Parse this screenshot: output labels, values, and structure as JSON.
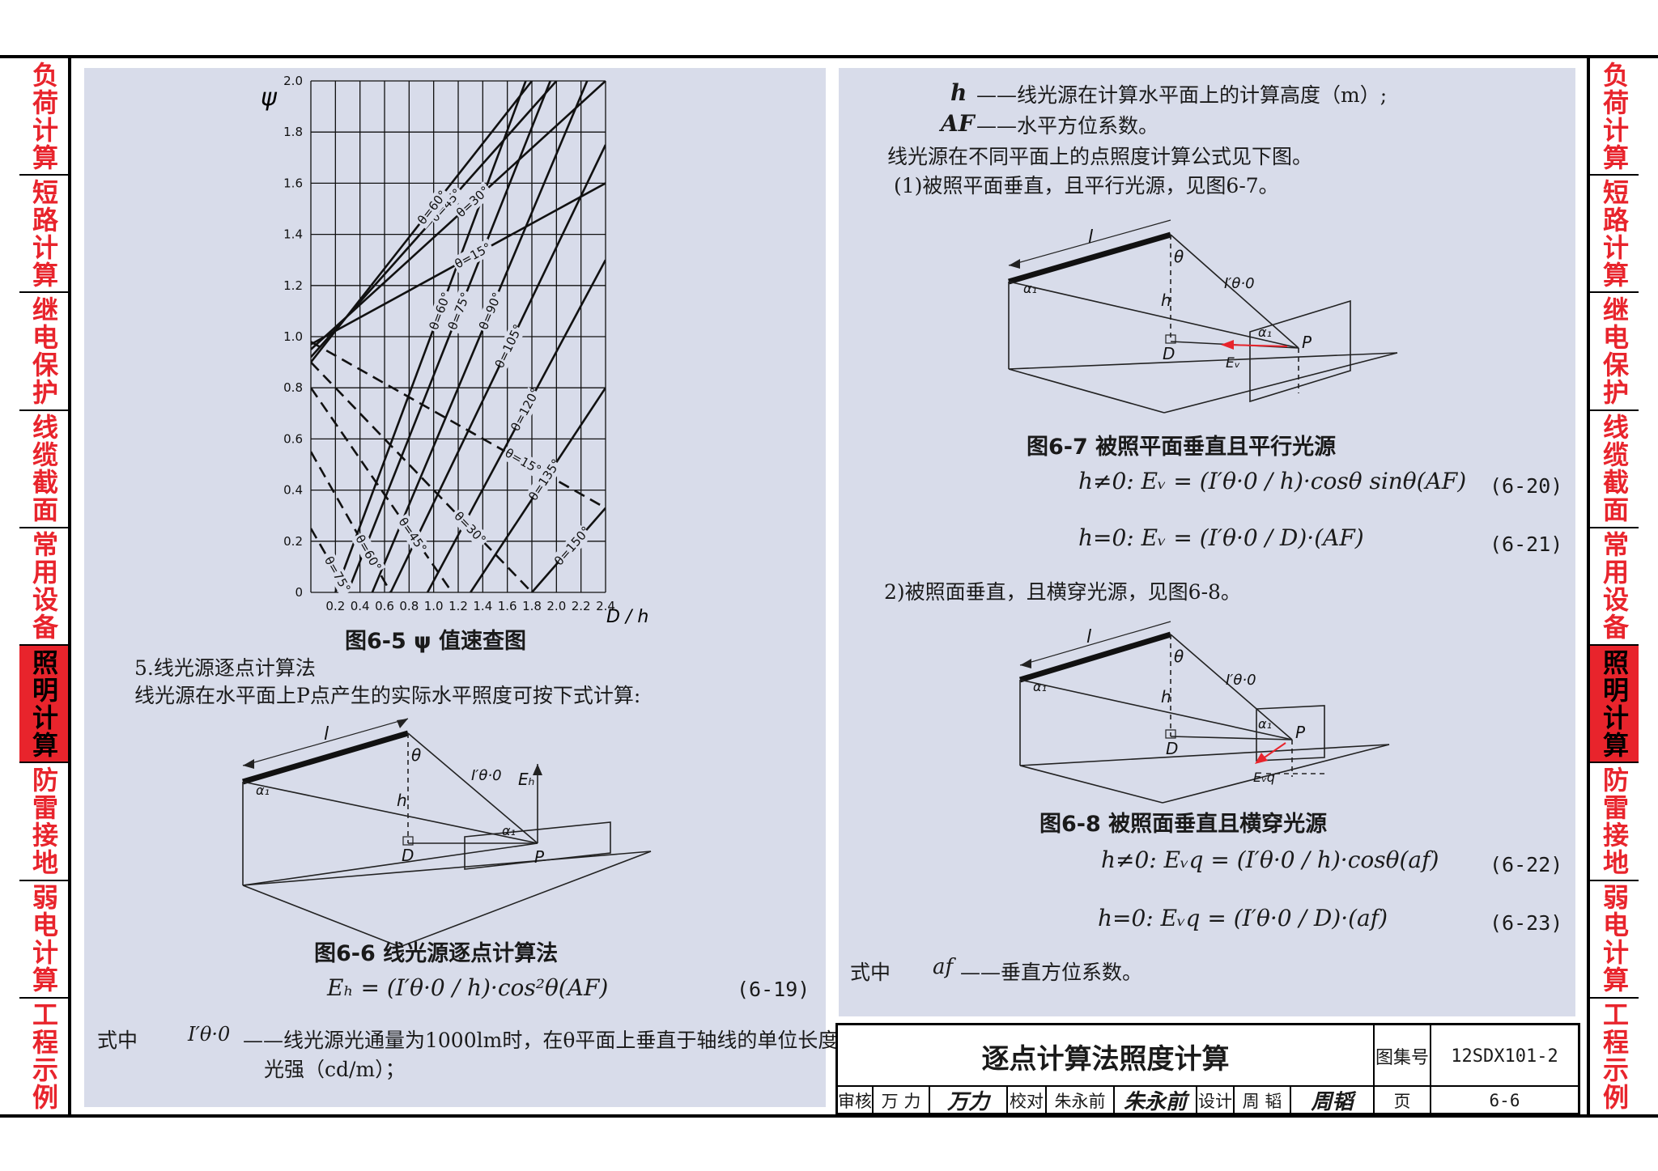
{
  "side_tabs": [
    "负荷计算",
    "短路计算",
    "继电保护",
    "线缆截面",
    "常用设备",
    "照明计算",
    "防雷接地",
    "弱电计算",
    "工程示例"
  ],
  "active_tab_index": 5,
  "colors": {
    "accent_red": "#e8242c",
    "panel_bg": "#d8dcea"
  },
  "chart_data": {
    "type": "line",
    "title": "ψ 值速查图",
    "xlabel": "D / h",
    "ylabel": "ψ",
    "xlim": [
      0,
      2.4
    ],
    "ylim": [
      0,
      2.0
    ],
    "xticks": [
      "0",
      "0.2",
      "0.4",
      "0.6",
      "0.8",
      "1.0",
      "1.2",
      "1.4",
      "1.6",
      "1.8",
      "2.0",
      "2.2",
      "2.4"
    ],
    "yticks": [
      "0",
      "0.2",
      "0.4",
      "0.6",
      "0.8",
      "1.0",
      "1.2",
      "1.4",
      "1.6",
      "1.8",
      "2.0"
    ],
    "grid": true,
    "series_solid": [
      {
        "name": "θ=15°",
        "x": [
          0,
          2.4
        ],
        "y": [
          0.97,
          1.6
        ]
      },
      {
        "name": "θ=30°",
        "x": [
          0,
          2.4
        ],
        "y": [
          0.95,
          2.0
        ]
      },
      {
        "name": "θ=45°",
        "x": [
          0,
          2.0
        ],
        "y": [
          0.92,
          2.0
        ]
      },
      {
        "name": "θ=60°",
        "x": [
          0,
          1.8
        ],
        "y": [
          0.9,
          2.0
        ]
      },
      {
        "name": "θ=60°",
        "x": [
          0.2,
          1.75
        ],
        "y": [
          0.0,
          2.0
        ]
      },
      {
        "name": "θ=75°",
        "x": [
          0.3,
          1.95
        ],
        "y": [
          0.0,
          2.0
        ]
      },
      {
        "name": "θ=90°",
        "x": [
          0.5,
          2.25
        ],
        "y": [
          0.0,
          2.0
        ]
      },
      {
        "name": "θ=105°",
        "x": [
          0.65,
          2.4
        ],
        "y": [
          0.0,
          1.75
        ]
      },
      {
        "name": "θ=120°",
        "x": [
          0.95,
          2.4
        ],
        "y": [
          0.0,
          1.3
        ]
      },
      {
        "name": "θ=135°",
        "x": [
          1.3,
          2.4
        ],
        "y": [
          0.0,
          0.8
        ]
      },
      {
        "name": "θ=150°",
        "x": [
          1.8,
          2.4
        ],
        "y": [
          0.0,
          0.33
        ]
      }
    ],
    "series_dashed": [
      {
        "name": "θ=15°",
        "x": [
          0,
          2.4
        ],
        "y": [
          0.98,
          0.33
        ]
      },
      {
        "name": "θ=30°",
        "x": [
          0,
          1.8
        ],
        "y": [
          0.9,
          0.0
        ]
      },
      {
        "name": "θ=45°",
        "x": [
          0,
          1.15
        ],
        "y": [
          0.8,
          0.0
        ]
      },
      {
        "name": "θ=60°",
        "x": [
          0,
          0.65
        ],
        "y": [
          0.55,
          0.0
        ]
      },
      {
        "name": "θ=75°",
        "x": [
          0,
          0.3
        ],
        "y": [
          0.25,
          0.0
        ]
      }
    ],
    "line_labels": [
      "θ=15°",
      "θ=30°",
      "θ=45°",
      "θ=60°",
      "θ=60°",
      "θ=75°",
      "θ=90°",
      "θ=105°",
      "θ=120°",
      "θ=135°",
      "θ=15°",
      "θ=30°",
      "θ=45°",
      "θ=60°",
      "θ=75°",
      "θ=150°"
    ]
  },
  "left": {
    "fig65_caption": "图6-5      ψ 值速查图",
    "section_title": "5.线光源逐点计算法",
    "section_text": "线光源在水平面上P点产生的实际水平照度可按下式计算:",
    "fig66_caption": "图6-6   线光源逐点计算法",
    "eq19": "Eₕ = (I′θ·0 / h)·cos²θ(AF)",
    "eq19_num": "(6-19)",
    "where_label": "式中",
    "where_symbol": "I′θ·0",
    "where_text1": "——线光源光通量为1000lm时，在θ平面上垂直于轴线的单位长度",
    "where_text2": "光强（cd/m）；",
    "diag_labels": {
      "l": "l",
      "theta": "θ",
      "h": "h",
      "I": "I′θ·0",
      "alpha": "α₁",
      "D": "D",
      "P": "P",
      "Eh": "Eₕ"
    }
  },
  "right": {
    "line_h": "h",
    "line_h_text": "——线光源在计算水平面上的计算高度（m）;",
    "line_af": "AF",
    "line_af_text": "——水平方位系数。",
    "line3": "线光源在不同平面上的点照度计算公式见下图。",
    "line4": "(1)被照平面垂直，且平行光源，见图6-7。",
    "fig67_caption": "图6-7   被照平面垂直且平行光源",
    "eq20": "h≠0: Eᵥ = (I′θ·0 / h)·cosθ sinθ(AF)",
    "eq20_num": "(6-20)",
    "eq21": "h=0: Eᵥ = (I′θ·0 / D)·(AF)",
    "eq21_num": "(6-21)",
    "line5": "2)被照面垂直，且横穿光源，见图6-8。",
    "fig68_caption": "图6-8   被照面垂直且横穿光源",
    "eq22": "h≠0: Eᵥq = (I′θ·0 / h)·cosθ(af)",
    "eq22_num": "(6-22)",
    "eq23": "h=0: Eᵥq = (I′θ·0 / D)·(af)",
    "eq23_num": "(6-23)",
    "where_label": "式中",
    "where_symbol": "af",
    "where_text": "——垂直方位系数。",
    "diag67_labels": {
      "l": "l",
      "theta": "θ",
      "h": "h",
      "I": "I′θ·0",
      "alpha": "α₁",
      "D": "D",
      "P": "P",
      "E": "Eᵥ"
    },
    "diag68_labels": {
      "l": "l",
      "theta": "θ",
      "h": "h",
      "I": "I′θ·0",
      "alpha": "α₁",
      "D": "D",
      "P": "P",
      "E": "Eᵥq"
    }
  },
  "titleblock": {
    "title": "逐点计算法照度计算",
    "set_label": "图集号",
    "set_value": "12SDX101-2",
    "review_label": "审核",
    "review_name": "万 力",
    "review_sig": "万力",
    "check_label": "校对",
    "check_name": "朱永前",
    "check_sig": "朱永前",
    "design_label": "设计",
    "design_name": "周 韬",
    "design_sig": "周韬",
    "page_label": "页",
    "page_value": "6-6"
  }
}
